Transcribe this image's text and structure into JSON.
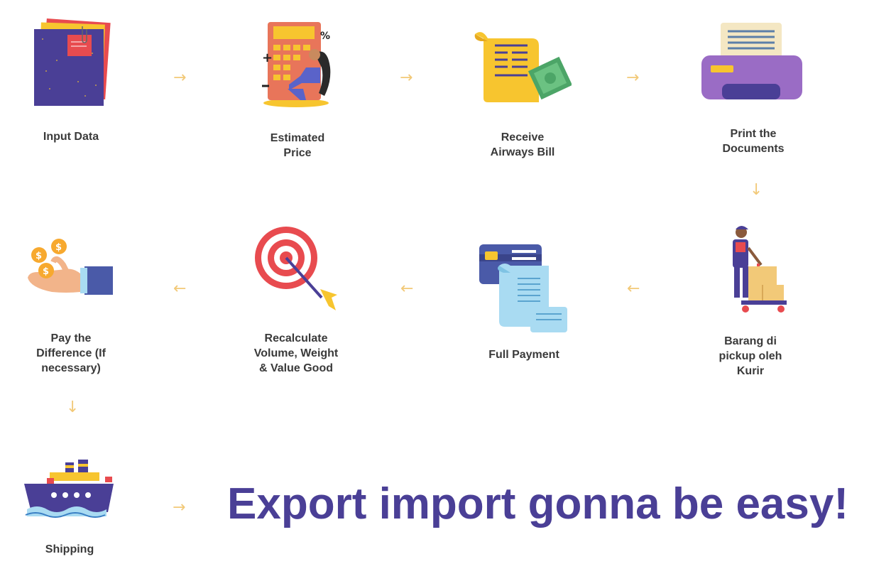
{
  "steps": [
    {
      "id": "input-data",
      "label": "Input Data"
    },
    {
      "id": "estimated-price",
      "label": "Estimated\nPrice"
    },
    {
      "id": "receive-airways-bill",
      "label": "Receive\nAirways Bill"
    },
    {
      "id": "print-documents",
      "label": "Print the\nDocuments"
    },
    {
      "id": "pickup-kurir",
      "label": "Barang di\npickup oleh\nKurir"
    },
    {
      "id": "full-payment",
      "label": "Full Payment"
    },
    {
      "id": "recalculate",
      "label": "Recalculate\nVolume, Weight\n& Value Good"
    },
    {
      "id": "pay-difference",
      "label": "Pay the\nDifference (If\nnecessary)"
    },
    {
      "id": "shipping",
      "label": "Shipping"
    }
  ],
  "arrows": {
    "right": "→",
    "left": "←",
    "down": "↓"
  },
  "tagline": "Export import gonna be easy!",
  "colors": {
    "accent_purple": "#4a3f96",
    "arrow": "#f2c978",
    "yellow": "#f7c52f",
    "red": "#e84b4f",
    "light_blue": "#a9dbf2",
    "green": "#4ca567",
    "printer_purple": "#9a6cc5"
  }
}
